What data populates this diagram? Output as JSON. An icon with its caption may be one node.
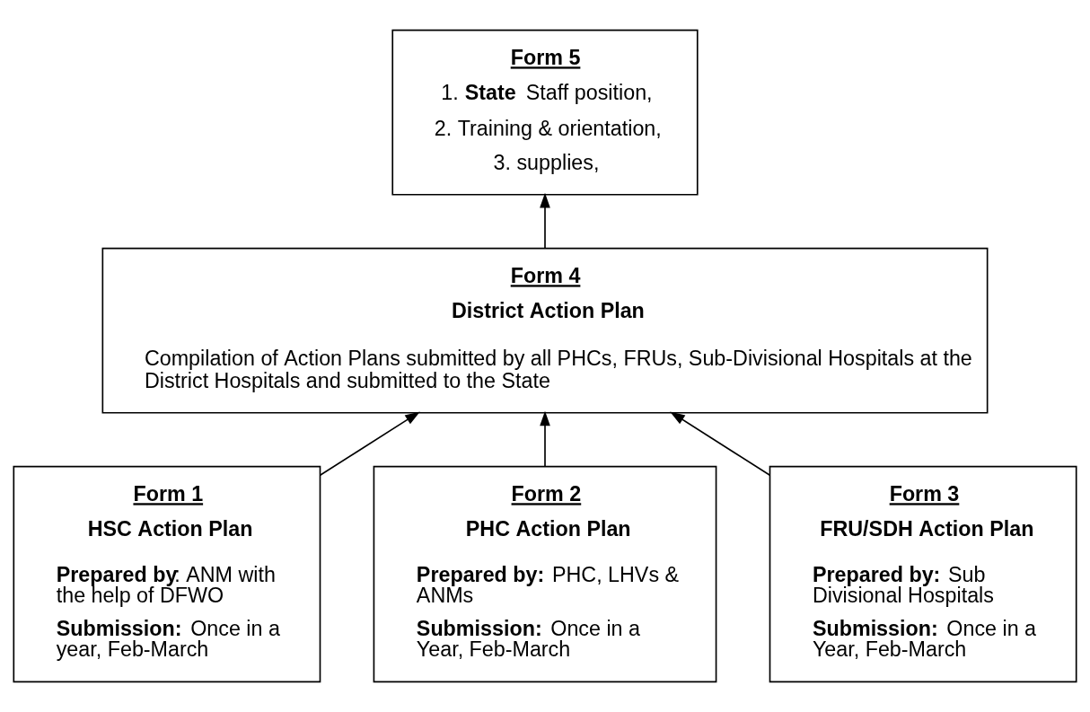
{
  "diagram": {
    "nodes": [
      {
        "text": [
          "Form 5",
          "1. **State** Staff position,",
          "2. Training & orientation,",
          "3. supplies,"
        ]
      },
      {
        "text": [
          "Form 4",
          "District Action Plan",
          "Compilation of Action Plans submitted by all PHCs, FRUs, Sub-Divisional Hospitals at the District Hospitals and submitted to the State"
        ]
      },
      {
        "text": [
          "Form 1",
          "HSC Action Plan",
          "**Prepared by**: ANM with the help of DFWO",
          "**Submission:** Once in a year, Feb-March"
        ]
      },
      {
        "text": [
          "Form 2",
          "PHC Action Plan",
          "**Prepared by:** PHC, LHVs & ANMs",
          "**Submission:** Once in a Year, Feb-March"
        ]
      },
      {
        "text": [
          "Form 3",
          "FRU/SDH Action Plan",
          "**Prepared by:** Sub Divisional Hospitals",
          "**Submission:** Once in a Year, Feb-March"
        ]
      }
    ],
    "edges": [
      {
        "from": 1,
        "to": 0,
        "arrow": "to"
      },
      {
        "from": 2,
        "to": 1,
        "arrow": "to"
      },
      {
        "from": 3,
        "to": 1,
        "arrow": "to"
      },
      {
        "from": 4,
        "to": 1,
        "arrow": "to"
      }
    ]
  }
}
